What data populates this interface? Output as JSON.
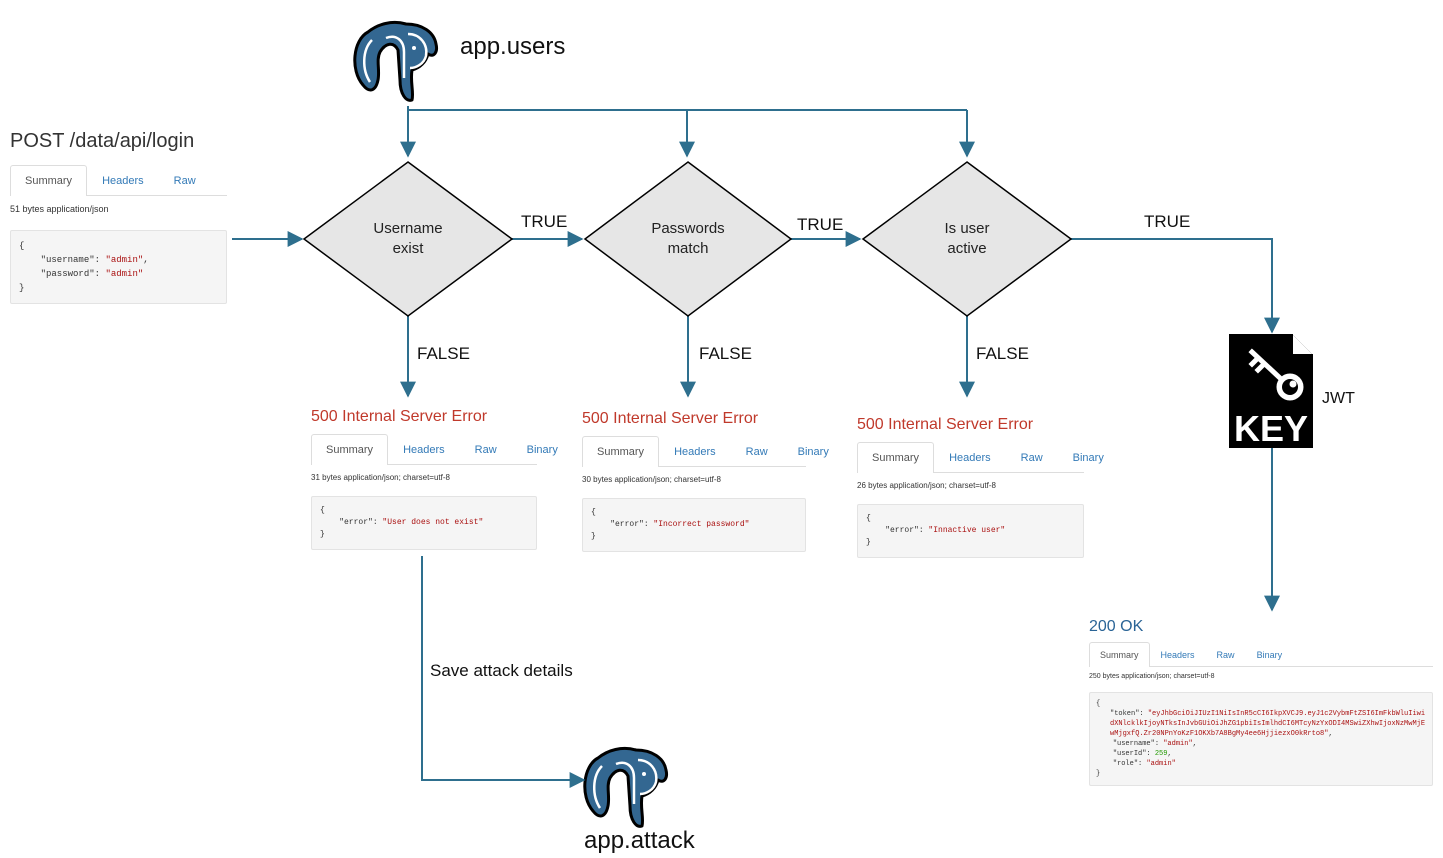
{
  "databases": {
    "users": {
      "label": "app.users"
    },
    "attack": {
      "label": "app.attack"
    }
  },
  "decisions": [
    {
      "line1": "Username",
      "line2": "exist"
    },
    {
      "line1": "Passwords",
      "line2": "match"
    },
    {
      "line1": "Is user",
      "line2": "active"
    }
  ],
  "flow_labels": {
    "true": "TRUE",
    "false": "FALSE",
    "jwt": "JWT",
    "save_attack": "Save attack details",
    "key_text": "KEY"
  },
  "request": {
    "title": "POST /data/api/login",
    "tabs": [
      "Summary",
      "Headers",
      "Raw"
    ],
    "meta": "51 bytes application/json",
    "body": {
      "username_key": "\"username\"",
      "username_val": "\"admin\"",
      "password_key": "\"password\"",
      "password_val": "\"admin\""
    }
  },
  "errors": [
    {
      "title": "500 Internal Server Error",
      "tabs": [
        "Summary",
        "Headers",
        "Raw",
        "Binary"
      ],
      "meta": "31 bytes application/json; charset=utf-8",
      "error_key": "\"error\"",
      "error_val": "\"User does not exist\""
    },
    {
      "title": "500 Internal Server Error",
      "tabs": [
        "Summary",
        "Headers",
        "Raw",
        "Binary"
      ],
      "meta": "30 bytes application/json; charset=utf-8",
      "error_key": "\"error\"",
      "error_val": "\"Incorrect password\""
    },
    {
      "title": "500 Internal Server Error",
      "tabs": [
        "Summary",
        "Headers",
        "Raw",
        "Binary"
      ],
      "meta": "26 bytes application/json; charset=utf-8",
      "error_key": "\"error\"",
      "error_val": "\"Innactive user\""
    }
  ],
  "success": {
    "title": "200 OK",
    "tabs": [
      "Summary",
      "Headers",
      "Raw",
      "Binary"
    ],
    "meta": "250 bytes application/json; charset=utf-8",
    "token_key": "\"token\"",
    "token_val": "\"eyJhbGciOiJIUzI1NiIsInR5cCI6IkpXVCJ9.eyJ1c2VybmFtZSI6ImFkbWluIiwidXNlcklkIjoyNTksInJvbGUiOiJhZG1pbiIsImlhdCI6MTcyNzYxODI4MSwiZXhwIjoxNzMwMjEwMjgxfQ.Zr20NPnYoKzF1OKXb7A8BgMy4ee6HjjiezxO0kRrto8\"",
    "username_key": "\"username\"",
    "username_val": "\"admin\"",
    "userid_key": "\"userId\"",
    "userid_val": "259",
    "role_key": "\"role\"",
    "role_val": "\"admin\""
  },
  "colors": {
    "arrow": "#2e6f8e",
    "diamond_fill": "#e6e6e6",
    "elephant": "#336791",
    "error_title": "#c0392b",
    "ok_title": "#2a6496"
  }
}
